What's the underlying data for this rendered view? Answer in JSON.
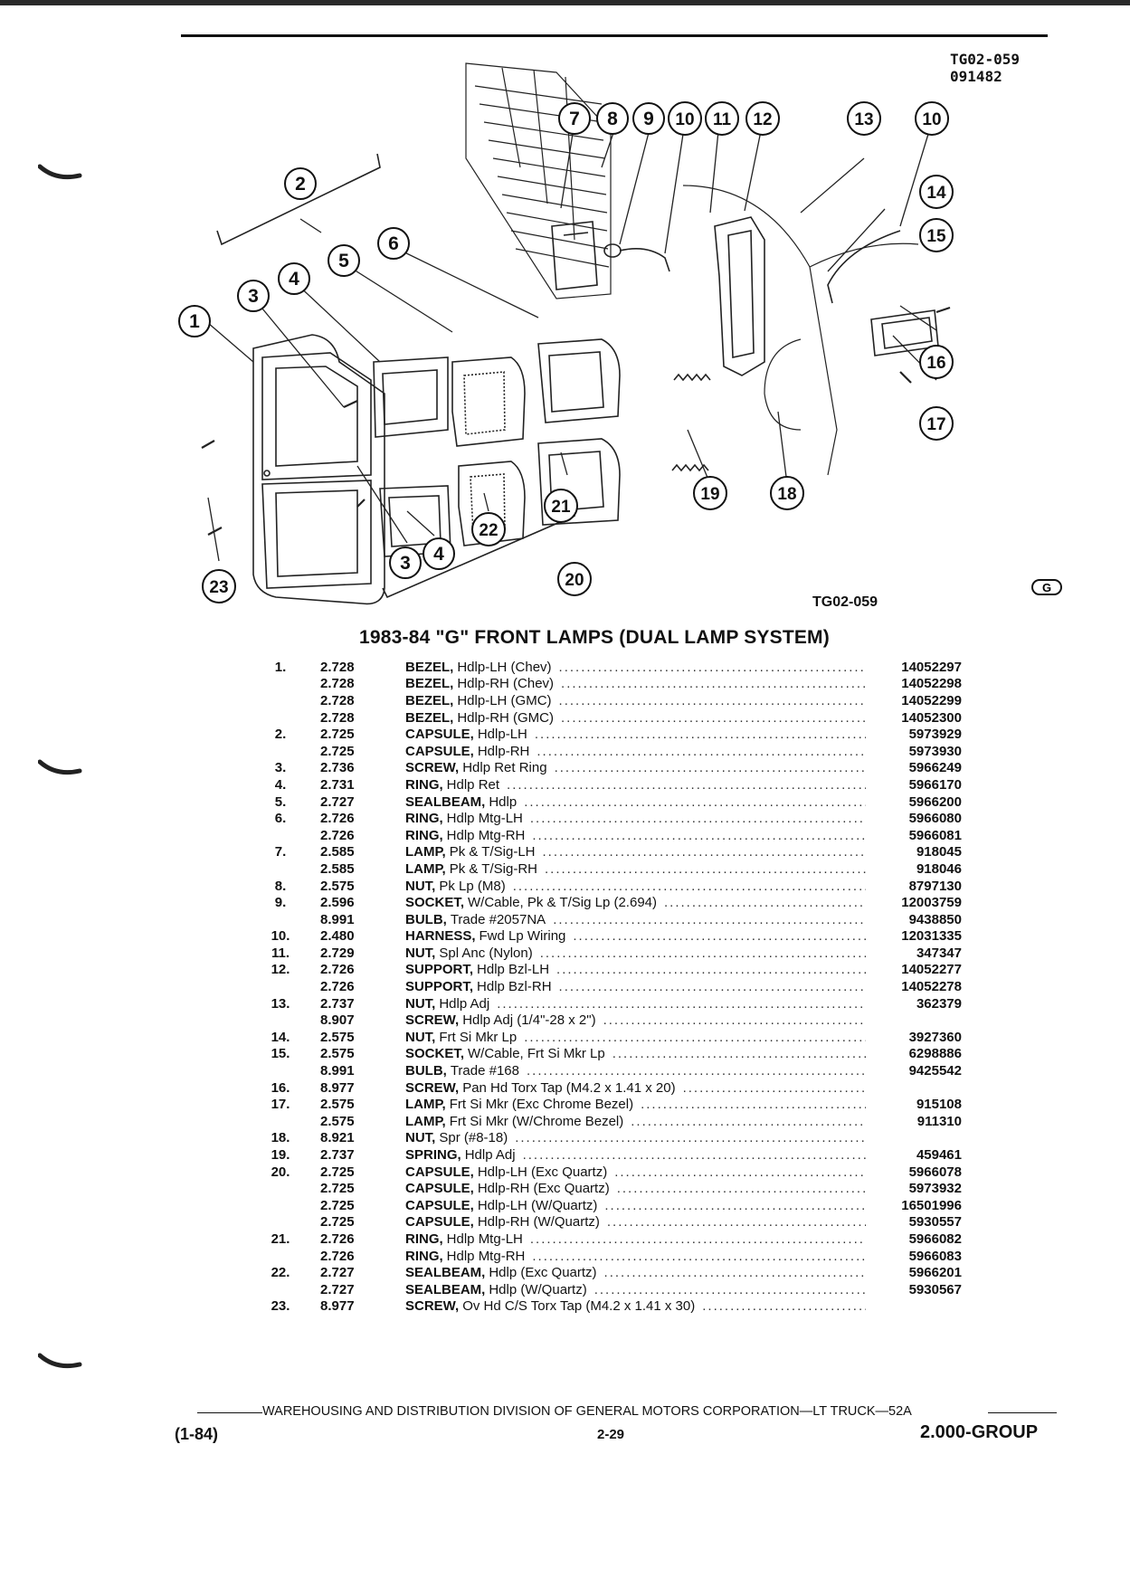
{
  "figure": {
    "code": "TG02-059",
    "code2": "091482",
    "caption": "TG02-059",
    "callouts": [
      "1",
      "2",
      "3",
      "4",
      "5",
      "6",
      "7",
      "8",
      "9",
      "10",
      "11",
      "12",
      "13",
      "10",
      "14",
      "15",
      "16",
      "17",
      "19",
      "18",
      "21",
      "22",
      "3",
      "4",
      "20",
      "23"
    ]
  },
  "list": {
    "title": "1983-84 \"G\" FRONT LAMPS (DUAL LAMP SYSTEM)",
    "rows": [
      {
        "ref": "1.",
        "group": "2.728",
        "name": "BEZEL,",
        "desc": "Hdlp-LH (Chev)",
        "part": "14052297"
      },
      {
        "ref": "",
        "group": "2.728",
        "name": "BEZEL,",
        "desc": "Hdlp-RH (Chev)",
        "part": "14052298"
      },
      {
        "ref": "",
        "group": "2.728",
        "name": "BEZEL,",
        "desc": "Hdlp-LH (GMC)",
        "part": "14052299"
      },
      {
        "ref": "",
        "group": "2.728",
        "name": "BEZEL,",
        "desc": "Hdlp-RH (GMC)",
        "part": "14052300"
      },
      {
        "ref": "2.",
        "group": "2.725",
        "name": "CAPSULE,",
        "desc": "Hdlp-LH",
        "part": "5973929"
      },
      {
        "ref": "",
        "group": "2.725",
        "name": "CAPSULE,",
        "desc": "Hdlp-RH",
        "part": "5973930"
      },
      {
        "ref": "3.",
        "group": "2.736",
        "name": "SCREW,",
        "desc": "Hdlp Ret Ring",
        "part": "5966249"
      },
      {
        "ref": "4.",
        "group": "2.731",
        "name": "RING,",
        "desc": "Hdlp Ret",
        "part": "5966170"
      },
      {
        "ref": "5.",
        "group": "2.727",
        "name": "SEALBEAM,",
        "desc": "Hdlp",
        "part": "5966200"
      },
      {
        "ref": "6.",
        "group": "2.726",
        "name": "RING,",
        "desc": "Hdlp Mtg-LH",
        "part": "5966080"
      },
      {
        "ref": "",
        "group": "2.726",
        "name": "RING,",
        "desc": "Hdlp Mtg-RH",
        "part": "5966081"
      },
      {
        "ref": "7.",
        "group": "2.585",
        "name": "LAMP,",
        "desc": "Pk & T/Sig-LH",
        "part": "918045"
      },
      {
        "ref": "",
        "group": "2.585",
        "name": "LAMP,",
        "desc": "Pk & T/Sig-RH",
        "part": "918046"
      },
      {
        "ref": "8.",
        "group": "2.575",
        "name": "NUT,",
        "desc": "Pk Lp (M8)",
        "part": "8797130"
      },
      {
        "ref": "9.",
        "group": "2.596",
        "name": "SOCKET,",
        "desc": "W/Cable, Pk & T/Sig Lp (2.694)",
        "part": "12003759"
      },
      {
        "ref": "",
        "group": "8.991",
        "name": "BULB,",
        "desc": "Trade #2057NA",
        "part": "9438850"
      },
      {
        "ref": "10.",
        "group": "2.480",
        "name": "HARNESS,",
        "desc": "Fwd Lp Wiring",
        "part": "12031335"
      },
      {
        "ref": "11.",
        "group": "2.729",
        "name": "NUT,",
        "desc": "Spl Anc (Nylon)",
        "part": "347347"
      },
      {
        "ref": "12.",
        "group": "2.726",
        "name": "SUPPORT,",
        "desc": "Hdlp Bzl-LH",
        "part": "14052277"
      },
      {
        "ref": "",
        "group": "2.726",
        "name": "SUPPORT,",
        "desc": "Hdlp Bzl-RH",
        "part": "14052278"
      },
      {
        "ref": "13.",
        "group": "2.737",
        "name": "NUT,",
        "desc": "Hdlp Adj",
        "part": "362379"
      },
      {
        "ref": "",
        "group": "8.907",
        "name": "SCREW,",
        "desc": "Hdlp Adj (1/4\"-28 x 2\")",
        "part": ""
      },
      {
        "ref": "14.",
        "group": "2.575",
        "name": "NUT,",
        "desc": "Frt Si Mkr Lp",
        "part": "3927360"
      },
      {
        "ref": "15.",
        "group": "2.575",
        "name": "SOCKET,",
        "desc": "W/Cable, Frt Si Mkr Lp",
        "part": "6298886"
      },
      {
        "ref": "",
        "group": "8.991",
        "name": "BULB,",
        "desc": "Trade #168",
        "part": "9425542"
      },
      {
        "ref": "16.",
        "group": "8.977",
        "name": "SCREW,",
        "desc": "Pan Hd Torx Tap (M4.2 x 1.41 x 20)",
        "part": ""
      },
      {
        "ref": "17.",
        "group": "2.575",
        "name": "LAMP,",
        "desc": "Frt Si Mkr (Exc Chrome Bezel)",
        "part": "915108"
      },
      {
        "ref": "",
        "group": "2.575",
        "name": "LAMP,",
        "desc": "Frt Si Mkr (W/Chrome Bezel)",
        "part": "911310"
      },
      {
        "ref": "18.",
        "group": "8.921",
        "name": "NUT,",
        "desc": "Spr (#8-18)",
        "part": ""
      },
      {
        "ref": "19.",
        "group": "2.737",
        "name": "SPRING,",
        "desc": "Hdlp Adj",
        "part": "459461"
      },
      {
        "ref": "20.",
        "group": "2.725",
        "name": "CAPSULE,",
        "desc": "Hdlp-LH (Exc Quartz)",
        "part": "5966078"
      },
      {
        "ref": "",
        "group": "2.725",
        "name": "CAPSULE,",
        "desc": "Hdlp-RH (Exc Quartz)",
        "part": "5973932"
      },
      {
        "ref": "",
        "group": "2.725",
        "name": "CAPSULE,",
        "desc": "Hdlp-LH (W/Quartz)",
        "part": "16501996"
      },
      {
        "ref": "",
        "group": "2.725",
        "name": "CAPSULE,",
        "desc": "Hdlp-RH (W/Quartz)",
        "part": "5930557"
      },
      {
        "ref": "21.",
        "group": "2.726",
        "name": "RING,",
        "desc": "Hdlp Mtg-LH",
        "part": "5966082"
      },
      {
        "ref": "",
        "group": "2.726",
        "name": "RING,",
        "desc": "Hdlp Mtg-RH",
        "part": "5966083"
      },
      {
        "ref": "22.",
        "group": "2.727",
        "name": "SEALBEAM,",
        "desc": "Hdlp (Exc Quartz)",
        "part": "5966201"
      },
      {
        "ref": "",
        "group": "2.727",
        "name": "SEALBEAM,",
        "desc": "Hdlp (W/Quartz)",
        "part": "5930567"
      },
      {
        "ref": "23.",
        "group": "8.977",
        "name": "SCREW,",
        "desc": "Ov Hd C/S Torx Tap (M4.2 x 1.41 x 30)",
        "part": ""
      }
    ]
  },
  "footer": {
    "division": "WAREHOUSING AND DISTRIBUTION  DIVISION OF GENERAL MOTORS CORPORATION—LT TRUCK—52A",
    "date": "(1-84)",
    "page": "2-29",
    "group": "2.000-GROUP"
  }
}
